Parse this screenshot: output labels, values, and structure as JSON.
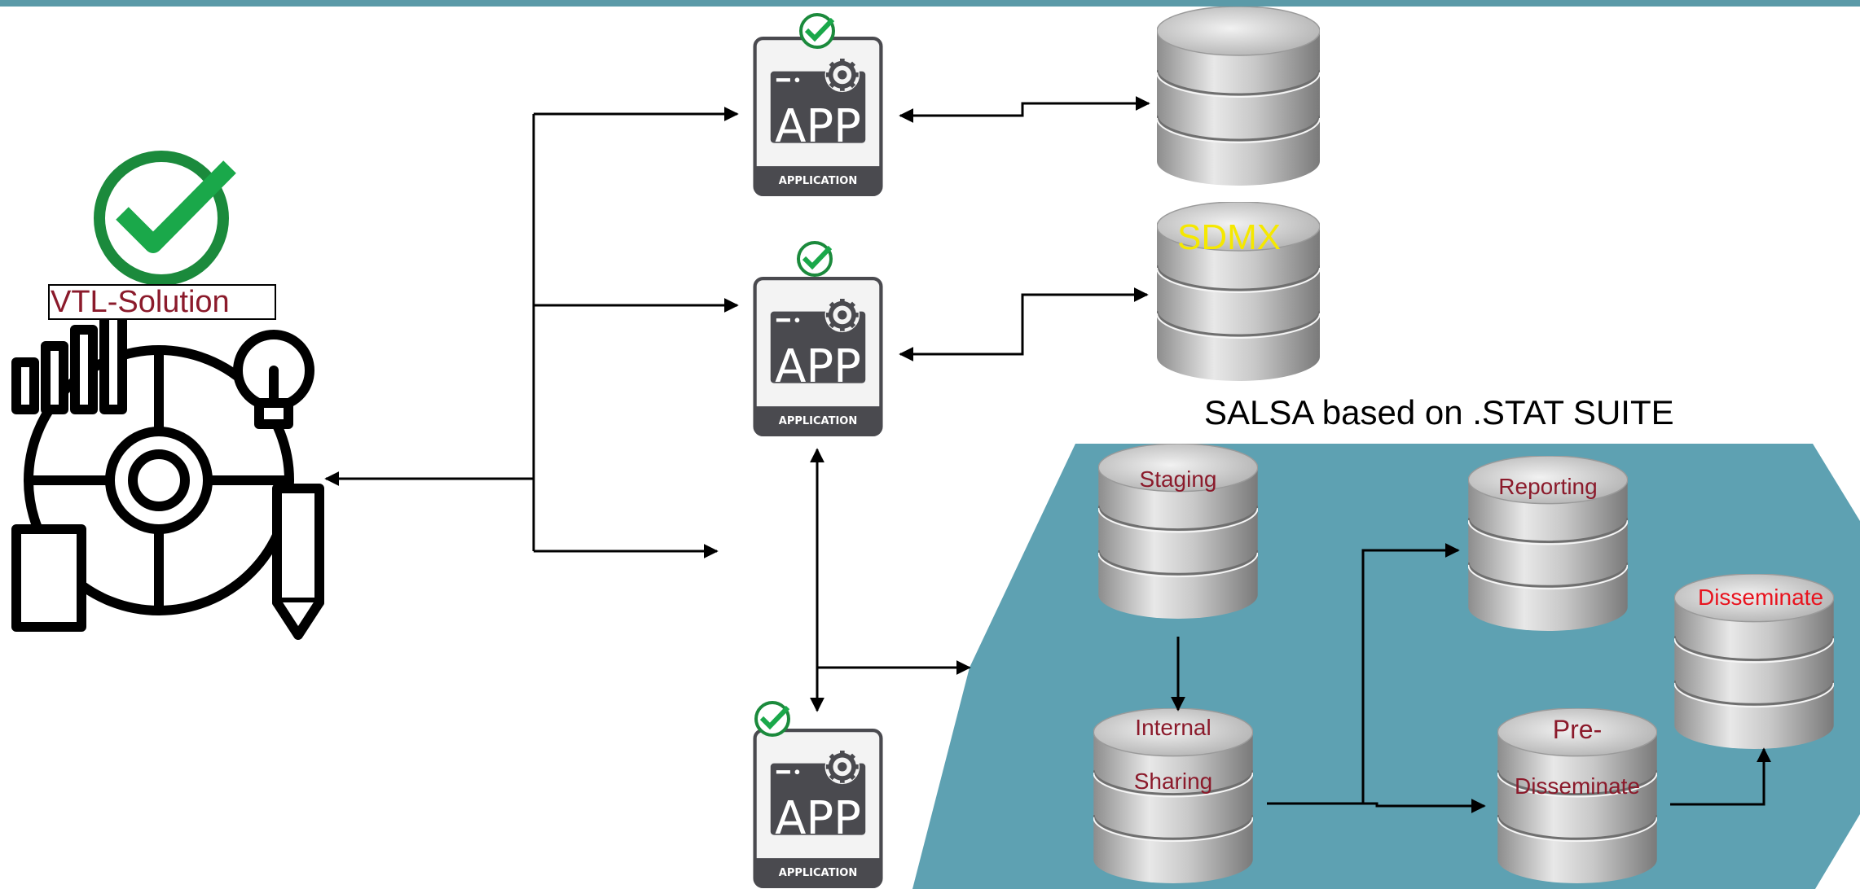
{
  "vtl": {
    "label": "VTL-Solution"
  },
  "apps": [
    {
      "big": "APP",
      "caption": "APPLICATION"
    },
    {
      "big": "APP",
      "caption": "APPLICATION"
    },
    {
      "big": "APP",
      "caption": "APPLICATION"
    }
  ],
  "databases": {
    "sdmx_label": "SDMX"
  },
  "salsa": {
    "title": "SALSA based on .STAT SUITE",
    "staging": "Staging",
    "internal_sharing_line1": "Internal",
    "internal_sharing_line2": "Sharing",
    "reporting": "Reporting",
    "pre_disseminate_line1": "Pre-",
    "pre_disseminate_line2": "Disseminate",
    "disseminate": "Disseminate"
  },
  "colors": {
    "topbar": "#5b9aa8",
    "hexagon": "#5ea1b2",
    "db_label": "#8b1a2b",
    "sdmx": "#f5e800",
    "disseminate": "#e8141f",
    "check": "#1aa84a"
  }
}
